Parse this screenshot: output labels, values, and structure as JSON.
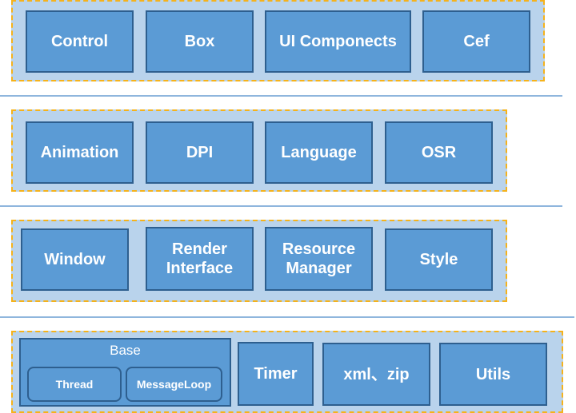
{
  "layers": [
    {
      "boxes": [
        "Control",
        "Box",
        "UI Componects",
        "Cef"
      ]
    },
    {
      "boxes": [
        "Animation",
        "DPI",
        "Language",
        "OSR"
      ]
    },
    {
      "boxes": [
        "Window",
        "Render Interface",
        "Resource Manager",
        "Style"
      ]
    },
    {
      "base": {
        "title": "Base",
        "items": [
          "Thread",
          "MessageLoop"
        ]
      },
      "boxes": [
        "Timer",
        "xml、zip",
        "Utils"
      ]
    }
  ],
  "colors": {
    "box_fill": "#5b9bd5",
    "box_border": "#2e5f8f",
    "layer_fill": "#b9d3ec",
    "layer_border": "#f5b21b",
    "separator": "#8fb6dd"
  }
}
